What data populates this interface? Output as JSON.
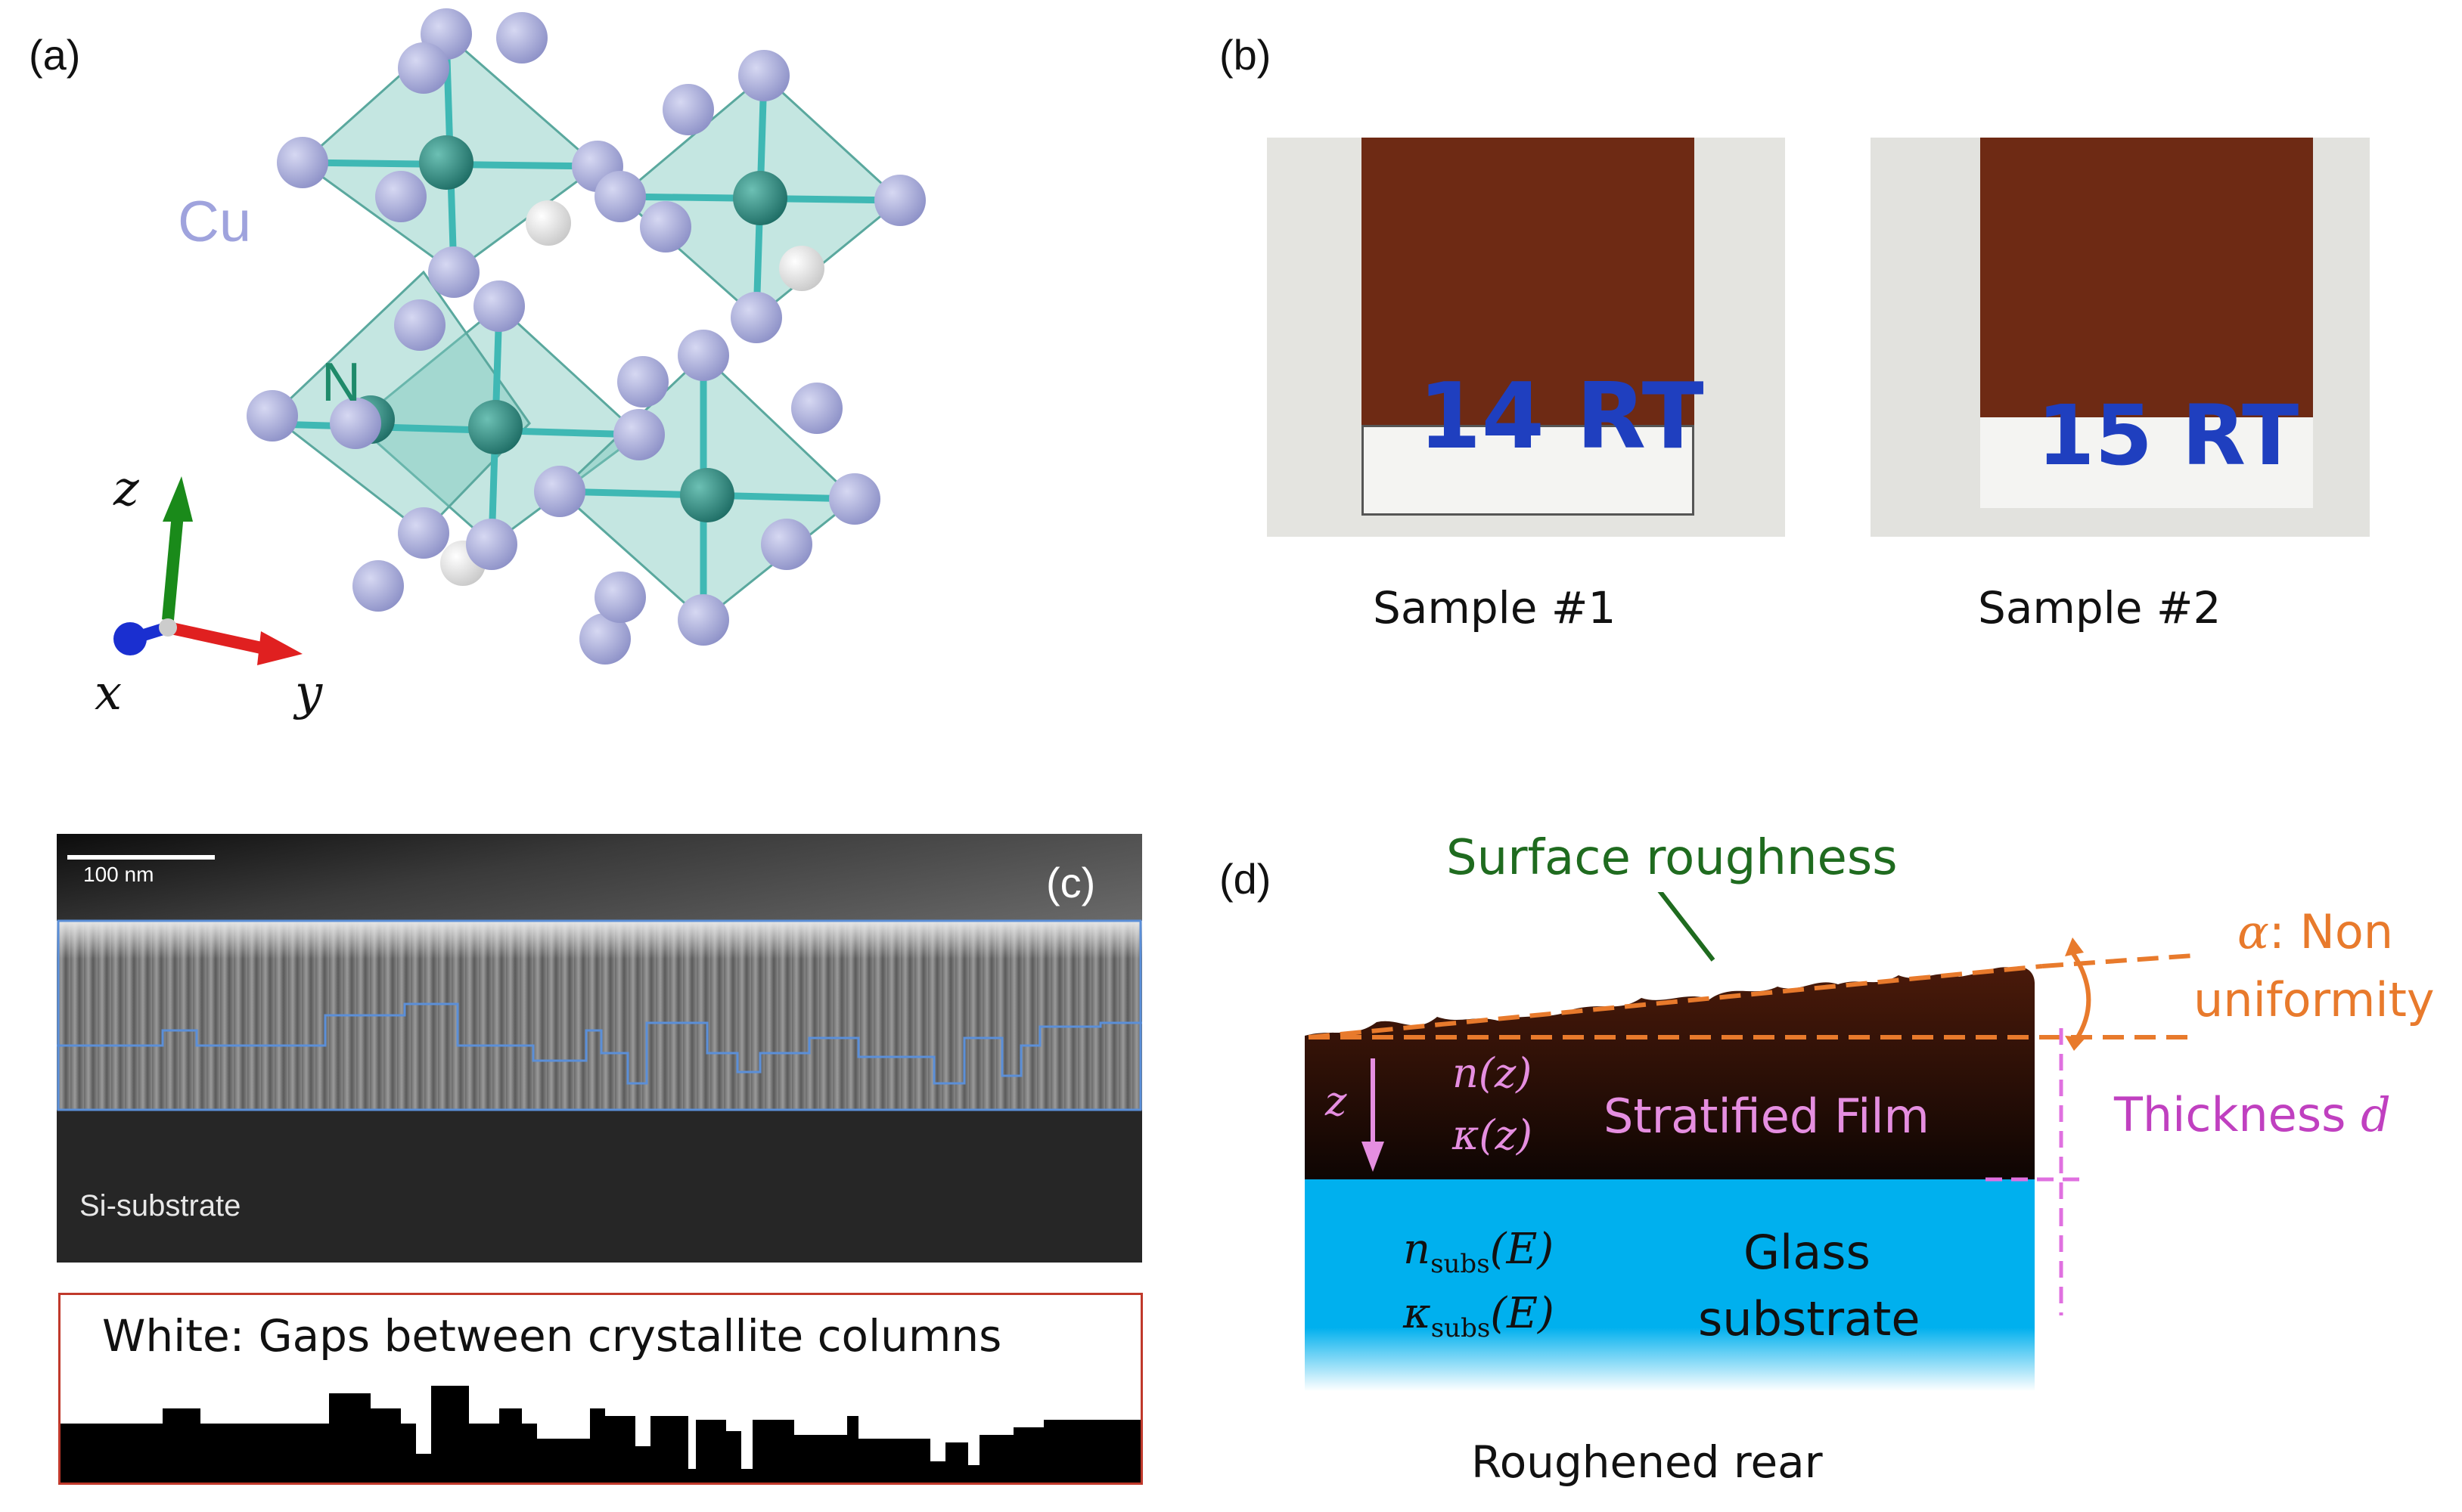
{
  "panels": {
    "a": {
      "label": "(a)",
      "atoms": {
        "cu": "Cu",
        "n": "N"
      },
      "axes": {
        "z": "z",
        "x": "x",
        "y": "y"
      },
      "colors": {
        "cu": "#a9addb",
        "n": "#2f8f86",
        "polyhedra": "#7cc8bd",
        "z_axis": "#1a8a1a",
        "y_axis": "#e02020",
        "x_axis": "#1a2fd0"
      }
    },
    "b": {
      "label": "(b)",
      "samples": [
        {
          "caption": "Sample #1",
          "marking": "14 RT"
        },
        {
          "caption": "Sample #2",
          "marking": "15 RT"
        }
      ],
      "colors": {
        "film": "#6e2a14",
        "ink": "#1f3fbf"
      }
    },
    "c": {
      "label": "(c)",
      "scale_bar": "100 nm",
      "substrate": "Si-substrate",
      "gaps_caption": "White: Gaps between crystallite columns",
      "colors": {
        "outline": "#5b8fd8",
        "box_border": "#c0392b"
      }
    },
    "d": {
      "label": "(d)",
      "surface": "Surface roughness",
      "alpha_symbol": "α",
      "alpha_text": ": Non",
      "alpha_text2": "uniformity",
      "thickness_text": "Thickness ",
      "thickness_symbol": "d",
      "z": "z",
      "n_z": "n(z)",
      "kappa_z": "κ(z)",
      "film": "Stratified Film",
      "n_subs": "n",
      "kappa_subs": "κ",
      "subs_sub": "subs",
      "subs_arg": "(E)",
      "glass1": "Glass",
      "glass2": "substrate",
      "rear": "Roughened rear",
      "colors": {
        "surface_label": "#1f6b1f",
        "alpha": "#e87a2c",
        "thickness": "#c040c0",
        "film_text": "#e58ee0",
        "glass": "#00b0ee",
        "film": "#3a1208"
      }
    }
  }
}
